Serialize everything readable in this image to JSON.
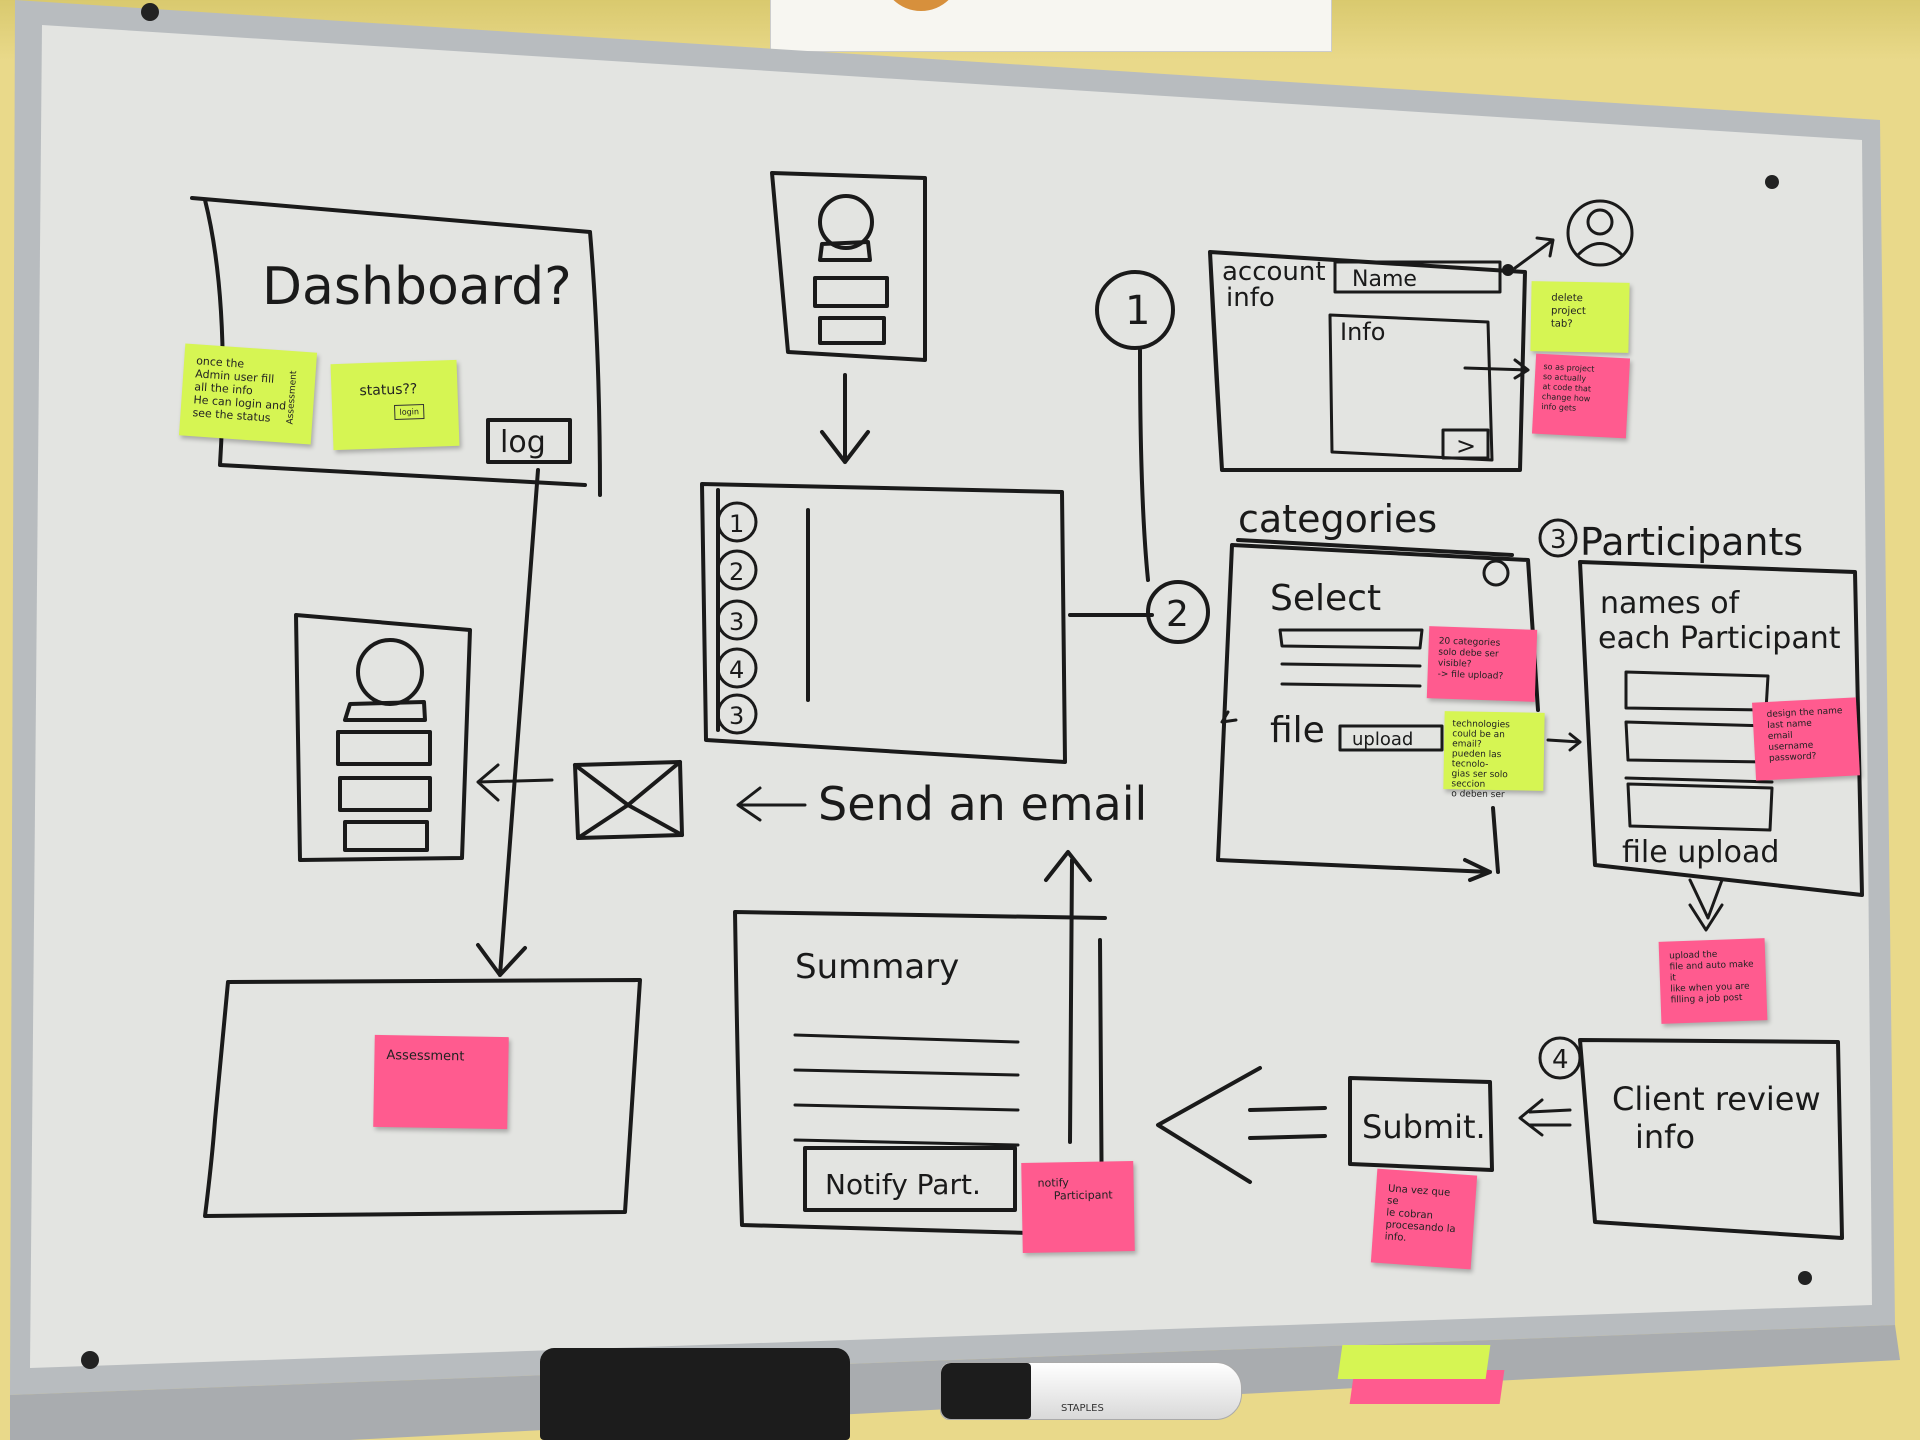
{
  "colors": {
    "wall": "#e9d98a",
    "board": "#e3e4e1",
    "frame": "#b8bcbf",
    "ink": "#1a1a1a",
    "sticky_green": "#d6f553",
    "sticky_pink": "#ff5b8f"
  },
  "icons": [
    "profile-icon",
    "envelope-icon",
    "down-arrow-icon"
  ],
  "board": {
    "dashboard_title": "Dashboard?",
    "log_button": "log",
    "flow_numbers": [
      "1",
      "2",
      "3",
      "4"
    ],
    "mini_list_numbers": [
      "1",
      "2",
      "3",
      "4",
      "3"
    ],
    "account_info_title": "account info",
    "name_field": "Name",
    "info_field": "Info",
    "account_next": ">",
    "categories_title": "categories",
    "select_label": "Select",
    "file_label": "file",
    "upload_button": "upload",
    "participants_title": "Participants",
    "participants_text": "names of each Participant",
    "file_upload_label": "file upload",
    "send_email_label": "Send an email",
    "summary_title": "Summary",
    "notify_button": "Notify Part.",
    "submit_button": "Submit.",
    "client_review_text": "Client review info"
  },
  "stickies": {
    "admin_note": [
      "once the",
      "Admin user fill",
      "all the info",
      "He can login and",
      "see the status"
    ],
    "admin_side": "Assessment",
    "status_note": "status??",
    "status_sub": "login",
    "delete_note": [
      "delete project",
      "tab?"
    ],
    "account_note": [
      "so as project",
      "so actually",
      "at code that",
      "change how",
      "info gets"
    ],
    "categories_note": [
      "20 categories",
      "solo debe ser",
      "visible?",
      "-> file upload?"
    ],
    "technologies_note": [
      "technologies",
      "could be an",
      "email?",
      "pueden las tecnolo-",
      "gias ser solo seccion",
      "o deben ser"
    ],
    "participant_note": [
      "design the name",
      "last name",
      "email",
      "username",
      "password?"
    ],
    "upload_note": [
      "upload the",
      "file and auto make it",
      "like when you are",
      "filling a job post"
    ],
    "assessment_note": "Assessment",
    "notify_note": [
      "notify",
      "Participant"
    ],
    "submit_note": [
      "Una vez que se",
      "le cobran",
      "procesando la",
      "info."
    ]
  },
  "supplies": {
    "marker_brand": "STAPLES"
  }
}
